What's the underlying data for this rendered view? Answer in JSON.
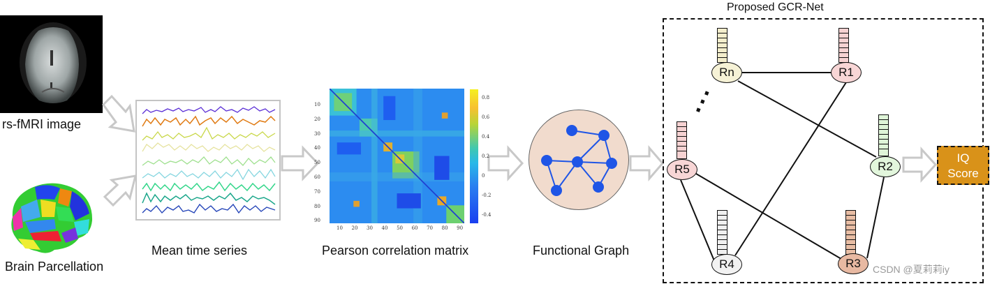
{
  "labels": {
    "rs_fmri": "rs-fMRI image",
    "brain_parcellation": "Brain Parcellation",
    "mean_time_series": "Mean time series",
    "pearson_matrix": "Pearson correlation matrix",
    "functional_graph": "Functional Graph",
    "gcr_title": "Proposed GCR-Net",
    "output_line1": "IQ",
    "output_line2": "Score",
    "ellipsis": "⋮",
    "watermark": "CSDN @夏莉莉iy"
  },
  "correlation_matrix": {
    "x_ticks": [
      "10",
      "20",
      "30",
      "40",
      "50",
      "60",
      "70",
      "80",
      "90"
    ],
    "y_ticks": [
      "10",
      "20",
      "30",
      "40",
      "50",
      "60",
      "70",
      "80",
      "90"
    ],
    "colorbar_ticks": [
      "0.8",
      "0.6",
      "0.4",
      "0.2",
      "0",
      "-0.2",
      "-0.4"
    ]
  },
  "time_series_colors": [
    "#5b2fd6",
    "#e07a12",
    "#c9d84a",
    "#e6e3a0",
    "#9fe08f",
    "#86d6e0",
    "#33d68a",
    "#1aa68a",
    "#2444b8"
  ],
  "gcr_nodes": [
    {
      "id": "Rn",
      "label": "Rn",
      "fill": "#f6f2d6",
      "stack_fill": "#f4eecc"
    },
    {
      "id": "R1",
      "label": "R1",
      "fill": "#f8d6d6",
      "stack_fill": "#f6d2d2"
    },
    {
      "id": "R2",
      "label": "R2",
      "fill": "#e2f6dc",
      "stack_fill": "#dff5d8"
    },
    {
      "id": "R3",
      "label": "R3",
      "fill": "#e8b9a2",
      "stack_fill": "#e8bda4"
    },
    {
      "id": "R4",
      "label": "R4",
      "fill": "#f2f2f2",
      "stack_fill": "#f0f0f0"
    },
    {
      "id": "R5",
      "label": "R5",
      "fill": "#f8d6d6",
      "stack_fill": "#f6d2d2"
    }
  ],
  "gcr_edges": [
    [
      "Rn",
      "R1"
    ],
    [
      "Rn",
      "R2"
    ],
    [
      "R1",
      "R4"
    ],
    [
      "R5",
      "R3"
    ],
    [
      "R5",
      "R4"
    ],
    [
      "R2",
      "R3"
    ]
  ],
  "colors": {
    "arrow": "#c8c8c8",
    "graph_node": "#1f55e6",
    "output_fill": "#d99219",
    "graph_bg": "#f1dbcd"
  }
}
